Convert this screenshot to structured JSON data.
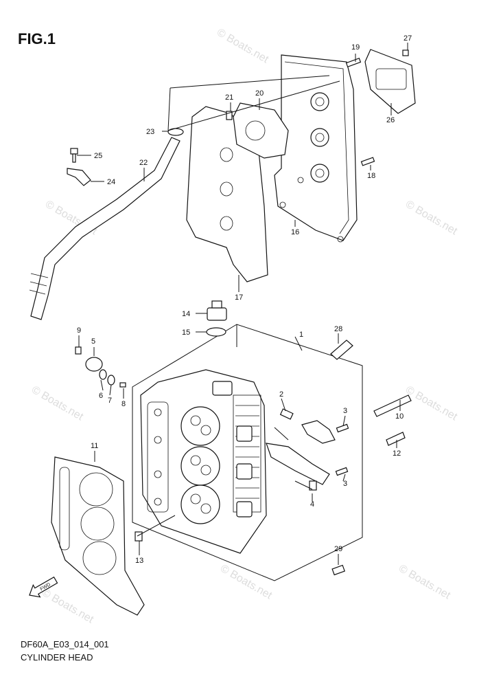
{
  "figure": {
    "title": "FIG.1"
  },
  "footer": {
    "code": "DF60A_E03_014_001",
    "caption": "CYLINDER HEAD"
  },
  "watermark": {
    "text": "© Boats.net"
  },
  "arrow": {
    "label": "FWD"
  },
  "callouts": {
    "p1": "1",
    "p2": "2",
    "p3a": "3",
    "p3b": "3",
    "p4": "4",
    "p5": "5",
    "p6": "6",
    "p7": "7",
    "p8": "8",
    "p9": "9",
    "p10": "10",
    "p11": "11",
    "p12": "12",
    "p13": "13",
    "p14": "14",
    "p15": "15",
    "p16": "16",
    "p17": "17",
    "p18": "18",
    "p19": "19",
    "p20": "20",
    "p21": "21",
    "p22": "22",
    "p23": "23",
    "p24": "24",
    "p25": "25",
    "p26": "26",
    "p27": "27",
    "p28": "28",
    "p29": "29"
  }
}
